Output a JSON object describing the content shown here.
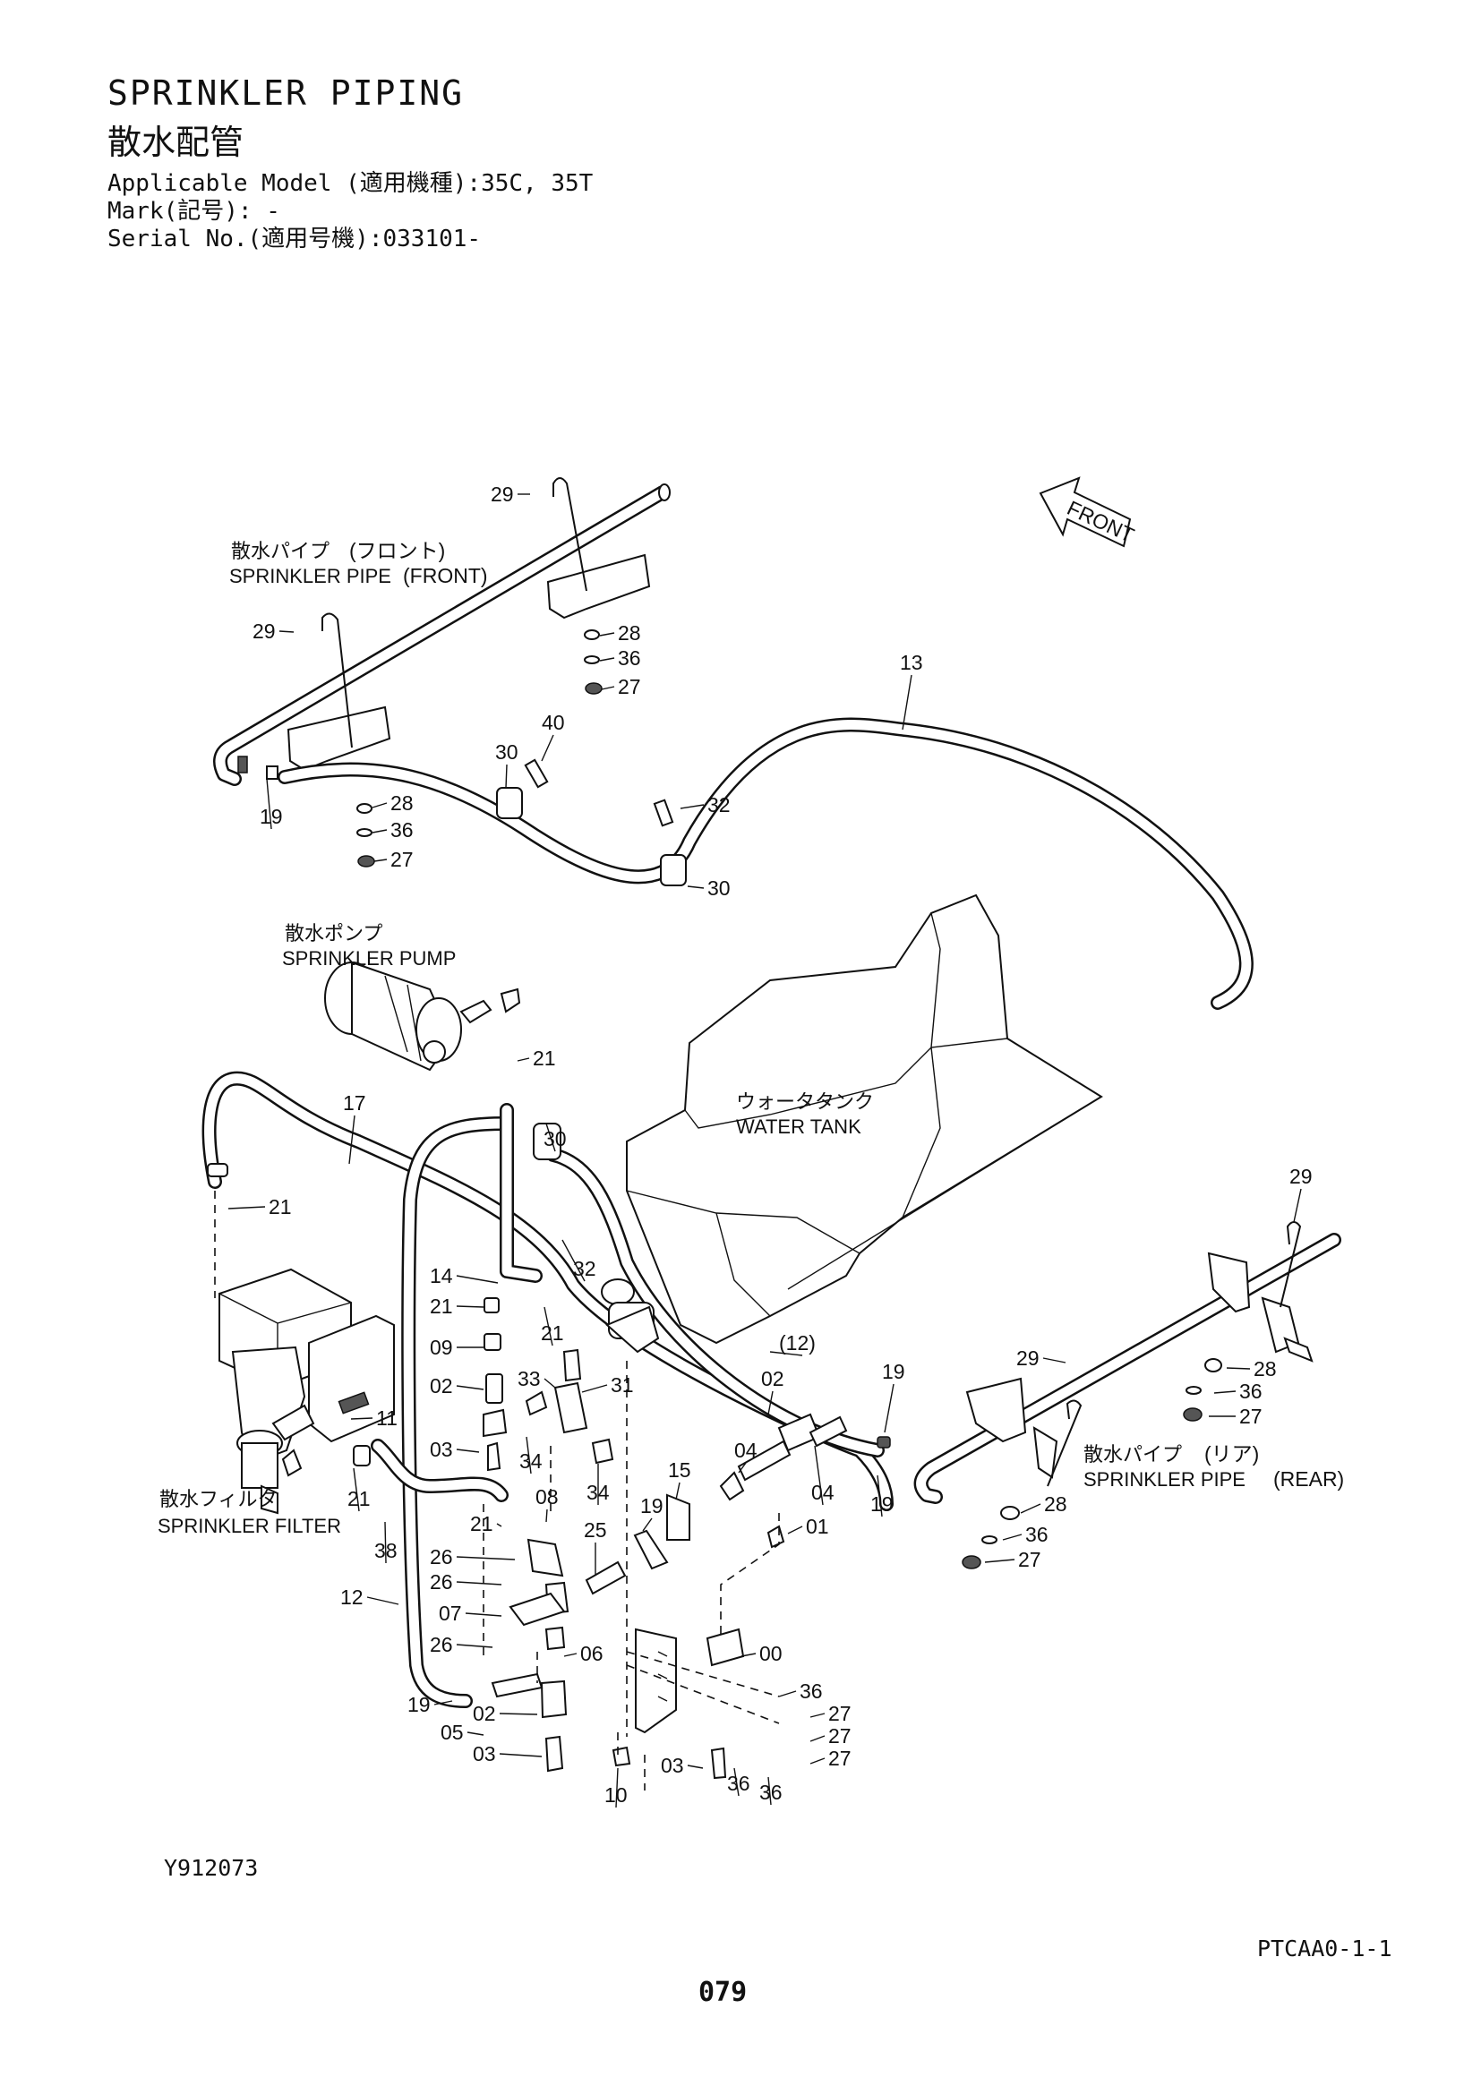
{
  "header": {
    "title_en": "SPRINKLER PIPING",
    "title_jp": "散水配管",
    "applicable_model": "Applicable Model (適用機種):35C, 35T",
    "mark": "Mark(記号): -",
    "serial_no": "Serial No.(適用号機):033101-"
  },
  "labels": {
    "pipe_front_jp": "散水パイプ",
    "pipe_front_jp_small": "(フロント)",
    "pipe_front_en": "SPRINKLER PIPE",
    "pipe_front_en_small": "(FRONT)",
    "pump_jp": "散水ポンプ",
    "pump_en": "SPRINKLER PUMP",
    "tank_jp": "ウォータタンク",
    "tank_en": "WATER TANK",
    "pipe_rear_jp": "散水パイプ",
    "pipe_rear_jp_small": "(リア)",
    "pipe_rear_en": "SPRINKLER PIPE",
    "pipe_rear_en_small": "(REAR)",
    "filter_jp": "散水フィルタ",
    "filter_en": "SPRINKLER FILTER",
    "front_arrow": "FRONT"
  },
  "part_numbers": [
    "29",
    "29",
    "28",
    "36",
    "27",
    "19",
    "28",
    "36",
    "27",
    "30",
    "40",
    "32",
    "30",
    "13",
    "21",
    "17",
    "30",
    "21",
    "32",
    "14",
    "21",
    "21",
    "09",
    "02",
    "33",
    "31",
    "11",
    "03",
    "34",
    "(12)",
    "34",
    "19",
    "02",
    "04",
    "19",
    "15",
    "04",
    "01",
    "19",
    "21",
    "08",
    "25",
    "26",
    "26",
    "07",
    "26",
    "06",
    "00",
    "12",
    "19",
    "05",
    "02",
    "03",
    "10",
    "03",
    "36",
    "27",
    "27",
    "27",
    "36",
    "36",
    "38",
    "21",
    "29",
    "29",
    "28",
    "36",
    "27",
    "28",
    "36",
    "27"
  ],
  "footer": {
    "drawing_code": "Y912073",
    "ref_code": "PTCAA0-1-1",
    "page": "079"
  }
}
